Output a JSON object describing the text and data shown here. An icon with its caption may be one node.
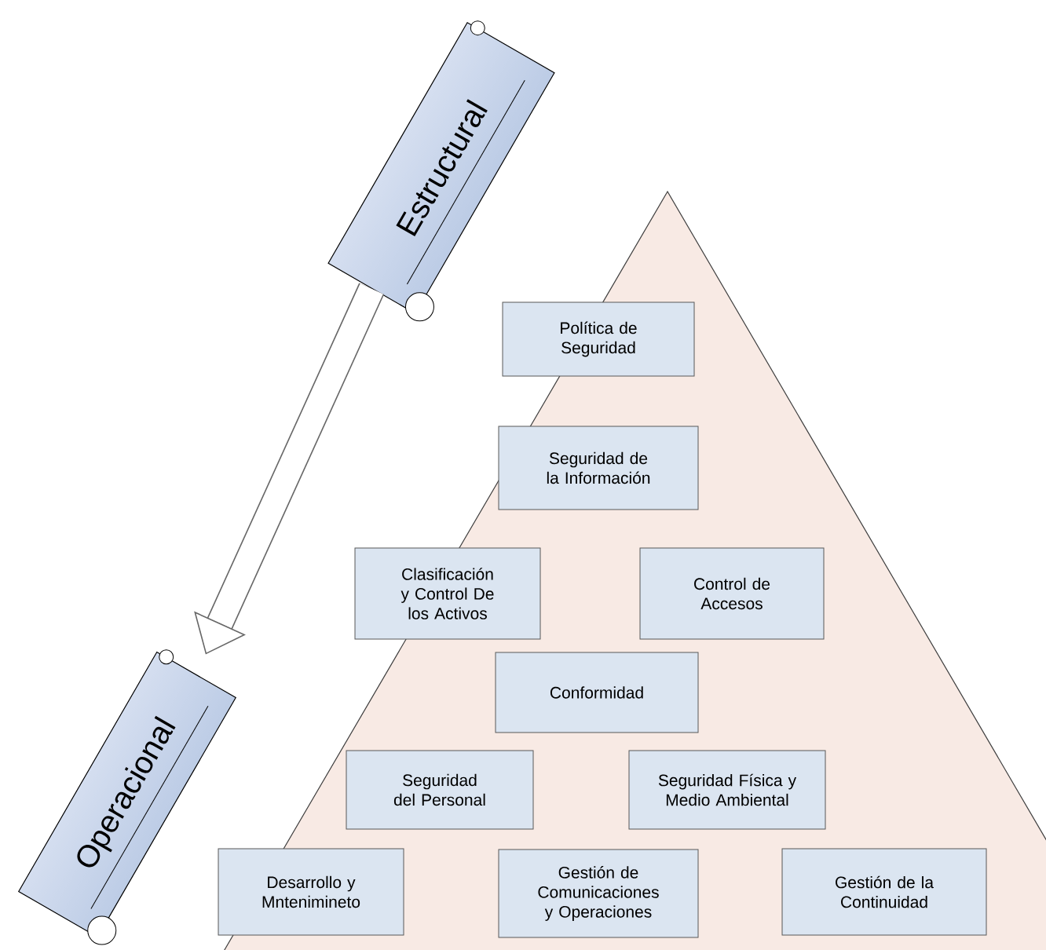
{
  "diagram": {
    "nodes": [
      {
        "text": [
          "Estructural"
        ]
      },
      {
        "text": [],
        "shape": "triangle"
      },
      {
        "text": [
          "Política de Seguridad"
        ],
        "in": 1
      },
      {
        "text": [
          "Seguridad de la Información"
        ],
        "in": 1
      },
      {
        "text": [
          "Clasificación y Control De los Activos"
        ],
        "in": 1
      },
      {
        "text": [
          "Control de Accesos"
        ],
        "in": 1
      },
      {
        "text": [
          "Conformidad"
        ],
        "in": 1
      },
      {
        "text": [
          "Seguridad del Personal"
        ],
        "in": 1
      },
      {
        "text": [
          "Seguridad Física y Medio Ambiental"
        ],
        "in": 1
      },
      {
        "text": [
          "Desarrollo y Mntenimineto"
        ],
        "in": 1
      },
      {
        "text": [
          "Gestión de Comunicaciones y Operaciones"
        ],
        "in": 1
      },
      {
        "text": [
          "Gestión de la Continuidad"
        ],
        "in": 1
      },
      {
        "text": [
          "Operacional"
        ]
      }
    ],
    "edges": [
      {
        "from": 0,
        "to": 12,
        "arrow": "to"
      }
    ]
  }
}
